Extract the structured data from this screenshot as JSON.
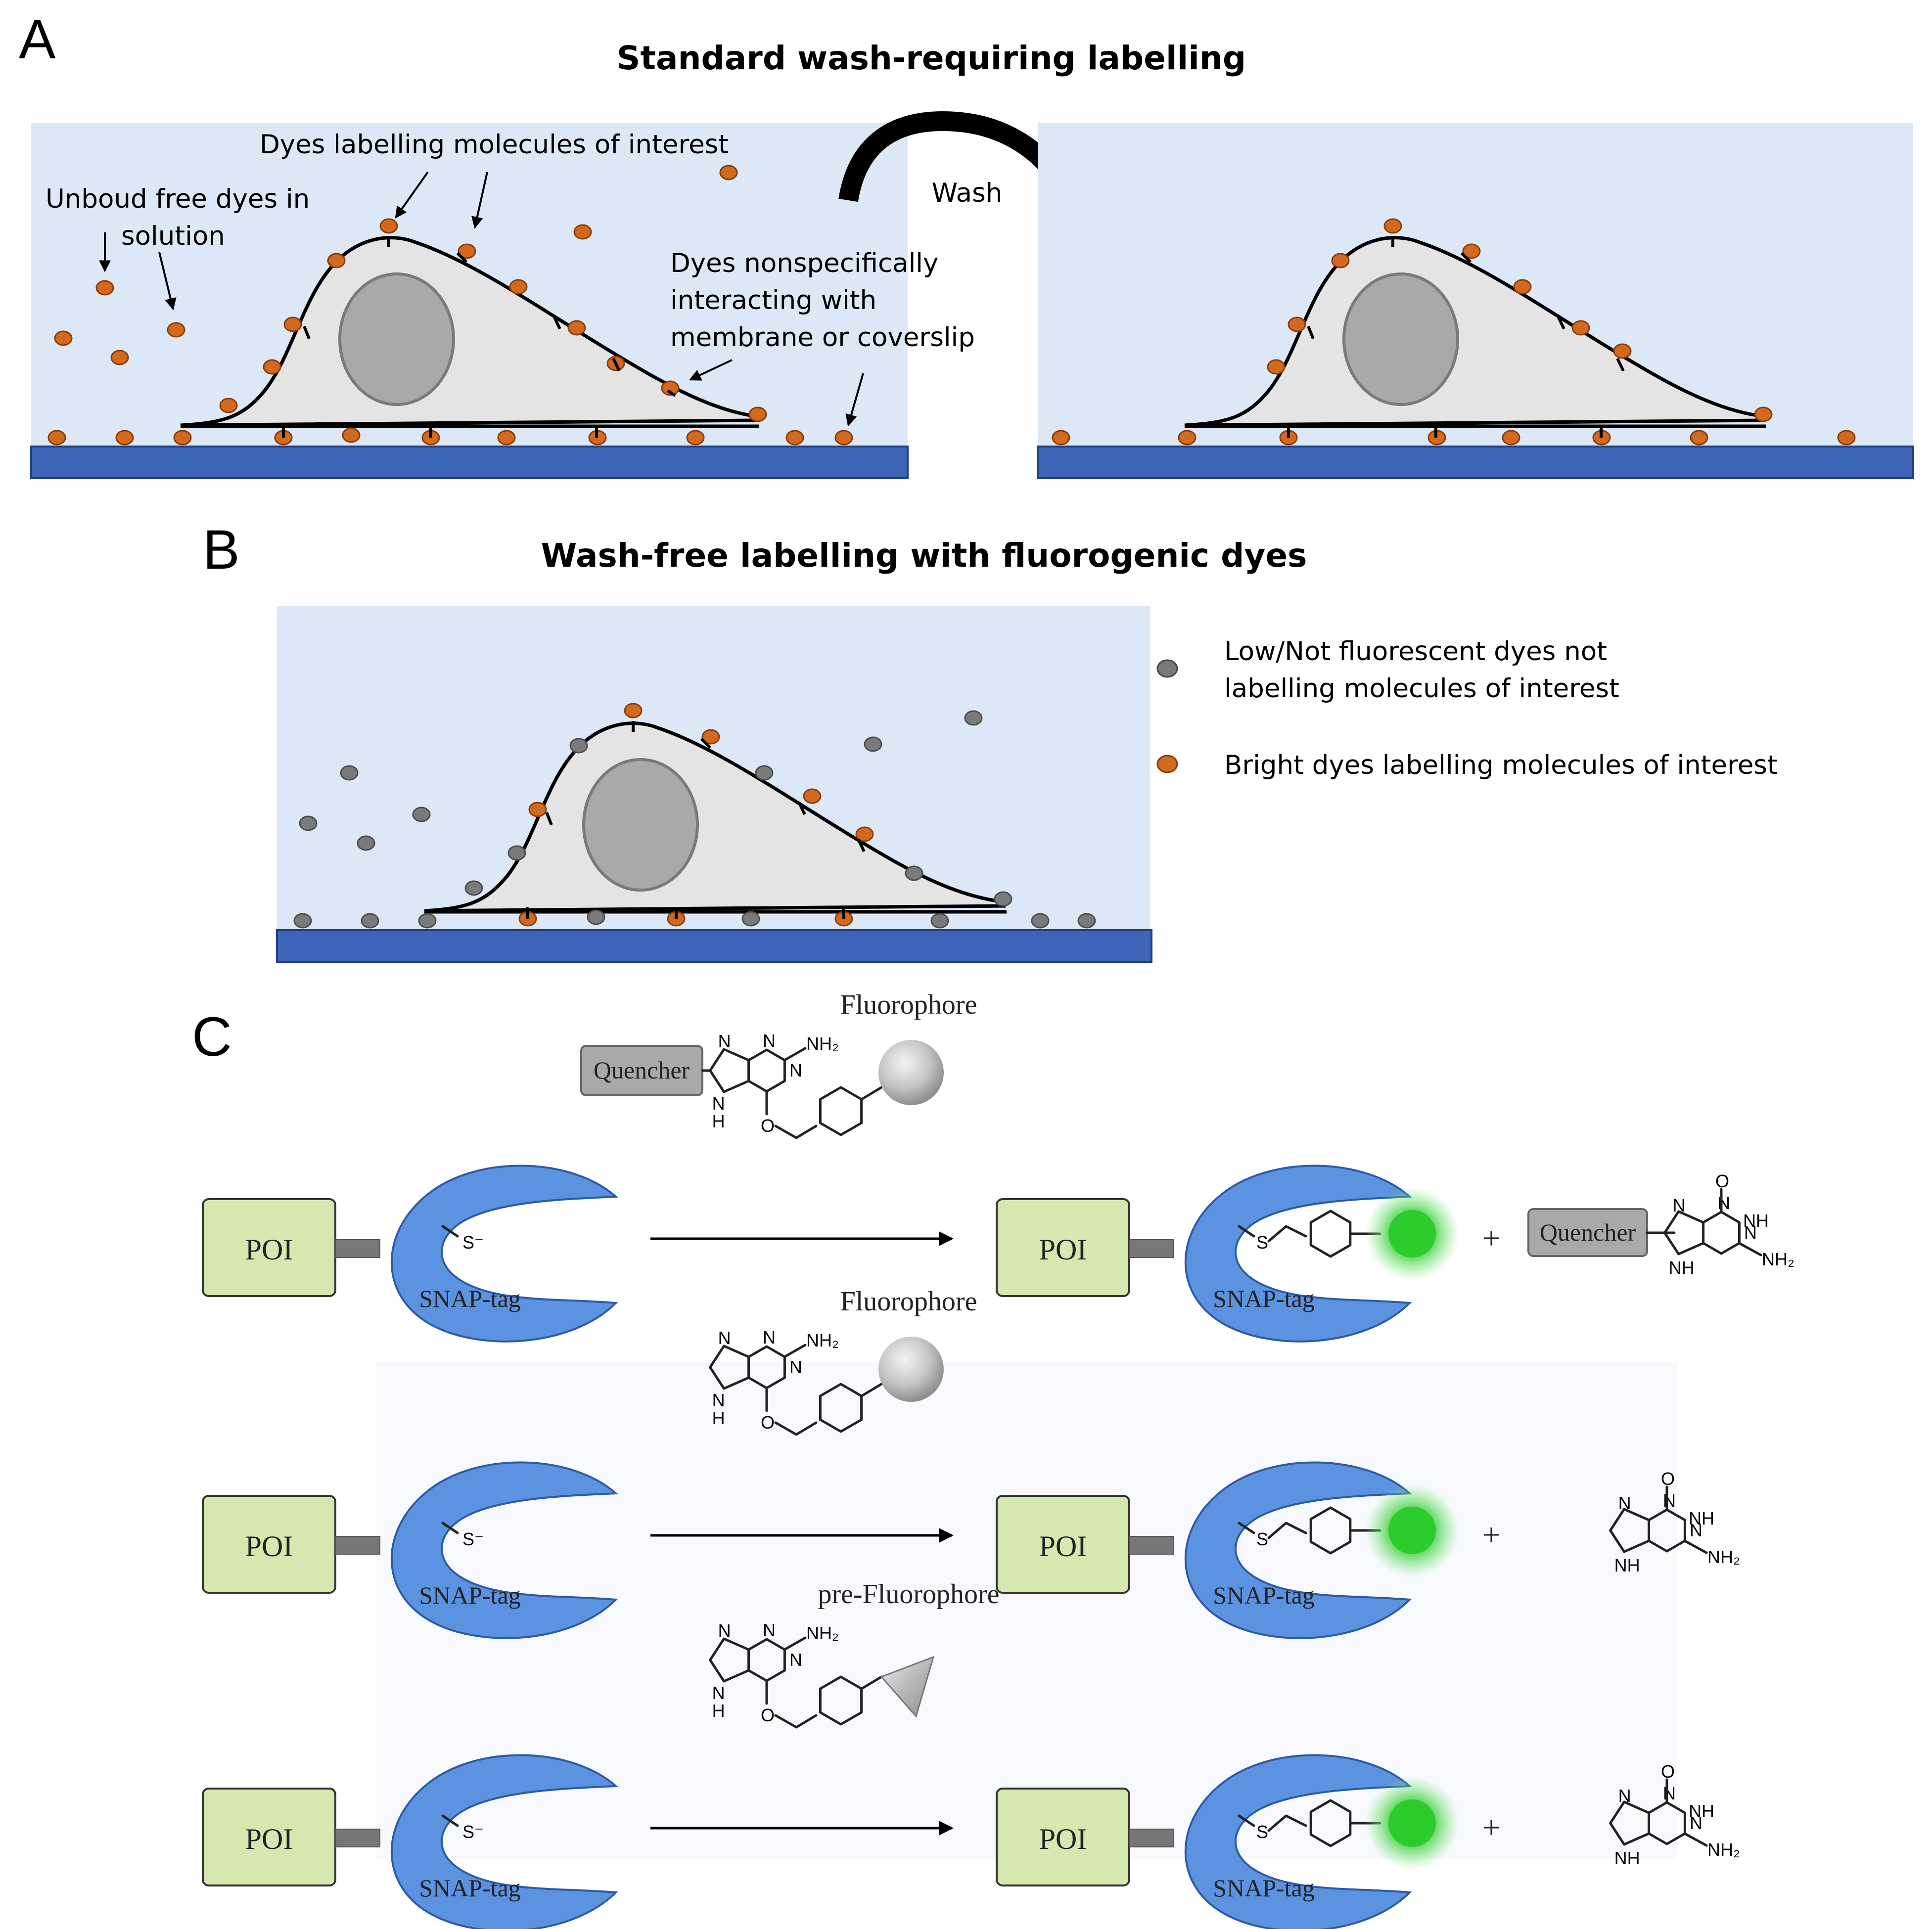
{
  "panel_a": {
    "letter": "A",
    "title": "Standard wash-requiring labelling",
    "wash_label": "Wash",
    "annotations": {
      "labelling": "Dyes labelling molecules of interest",
      "free_line1": "Unboud free dyes in",
      "free_line2": "solution",
      "nonspecific_line1": "Dyes nonspecifically",
      "nonspecific_line2": "interacting with",
      "nonspecific_line3": "membrane or coverslip"
    }
  },
  "panel_b": {
    "letter": "B",
    "title": "Wash-free labelling with fluorogenic dyes",
    "legend": [
      {
        "color": "#7a7a7a",
        "line1": "Low/Not fluorescent dyes not",
        "line2": "labelling molecules of interest"
      },
      {
        "color": "#d2691e",
        "line1": "Bright dyes labelling molecules of interest",
        "line2": ""
      }
    ]
  },
  "panel_c": {
    "letter": "C",
    "poi": "POI",
    "snap": "SNAP-tag",
    "thiolate": "S⁻",
    "thioether": "S",
    "plus": "+",
    "quencher": "Quencher",
    "fluorophore": "Fluorophore",
    "pre_fluorophore": "pre-Fluorophore",
    "chem": {
      "N": "N",
      "NH": "NH",
      "NH2": "NH₂",
      "H": "H",
      "O": "O"
    }
  },
  "colors": {
    "solution": "#dce8f5",
    "coverslip": "#3c65b8",
    "cell": "#e4e4e4",
    "nucleus": "#a9a9a9",
    "bright_dye": "#d2691e",
    "dark_dye": "#7a7a7a",
    "snap_tag": "#5b93e0",
    "poi_box": "#d5e8b0",
    "green_glow": "#32cd32"
  }
}
